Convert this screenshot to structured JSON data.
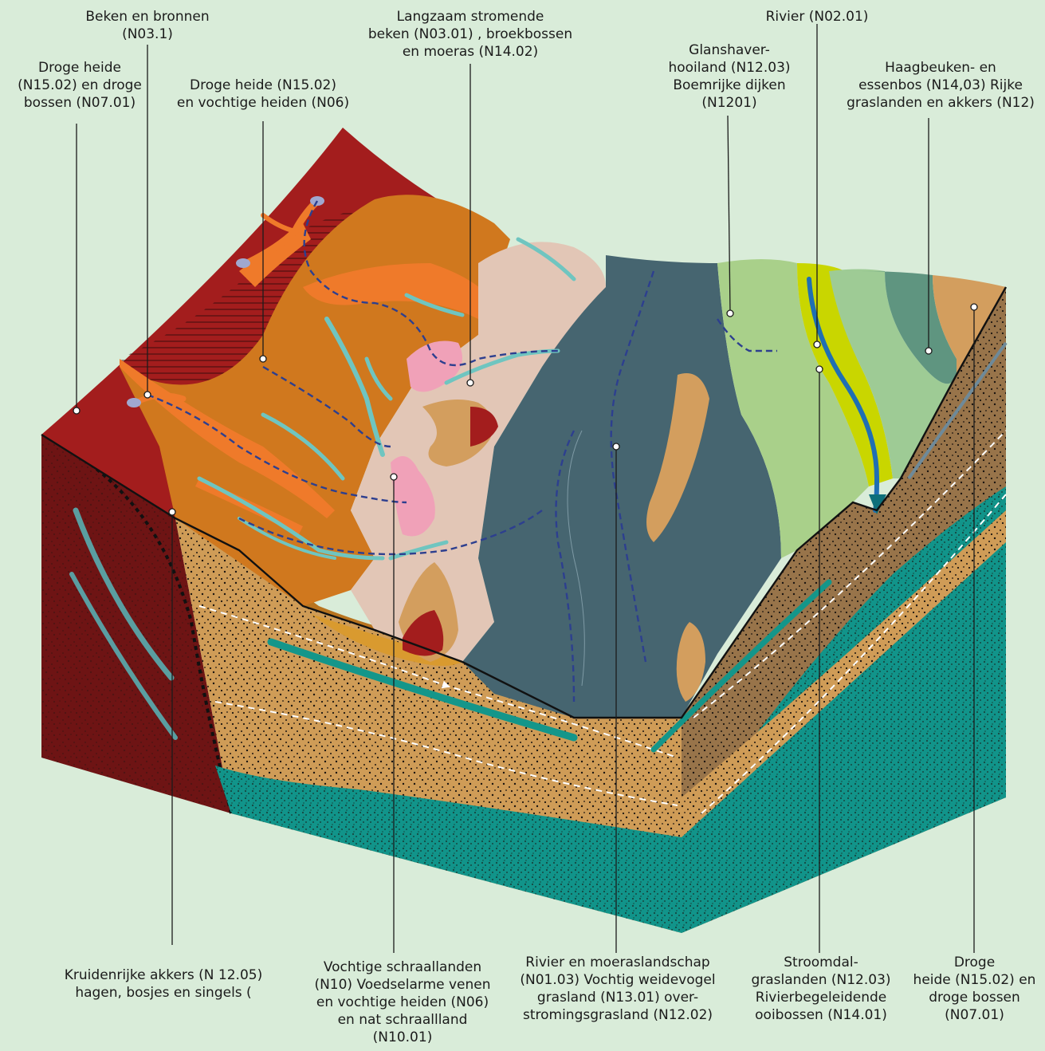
{
  "labels": {
    "beken_bronnen": [
      "Beken en bronnen",
      "(N03.1)"
    ],
    "droge_heide_left": [
      "Droge heide",
      "(N15.02) en droge",
      "bossen  (N07.01)"
    ],
    "droge_heide_vochtig": [
      "Droge heide (N15.02)",
      "en vochtige heiden (N06)"
    ],
    "langzaam_stromende": [
      "Langzaam stromende",
      "beken (N03.01) , broekbossen",
      "en moeras (N14.02)"
    ],
    "rivier": [
      "Rivier (N02.01)"
    ],
    "glanshaver": [
      "Glanshaver-",
      "hooiland (N12.03)",
      "Boemrijke dijken",
      "(N1201)"
    ],
    "haagbeuken": [
      "Haagbeuken- en",
      "essenbos (N14,03) Rijke",
      "graslanden en akkers (N12)"
    ],
    "kruidenrijke": [
      "Kruidenrijke akkers (N 12.05)",
      "hagen, bosjes en singels ("
    ],
    "vochtige_schraallanden": [
      "Vochtige schraallanden",
      "(N10) Voedselarme venen",
      "en vochtige heiden (N06)",
      "en nat schraallland",
      "(N10.01)"
    ],
    "rivier_moeras": [
      "Rivier  en moeraslandschap",
      "(N01.03) Vochtig weidevogel",
      "grasland (N13.01) over-",
      "stromingsgrasland (N12.02)"
    ],
    "stroomdal": [
      "Stroomdal-",
      "graslanden (N12.03)",
      "Rivierbegeleidende",
      "ooibossen (N14.01)"
    ],
    "droge_heide_right": [
      "Droge",
      "heide (N15.02) en",
      "droge bossen",
      "(N07.01)"
    ]
  },
  "colors": {
    "background": "#d9ecd9",
    "heath_red": "#a31d1d",
    "dark_maroon": "#6e1414",
    "orange_brown": "#d0781e",
    "bright_orange": "#ef7a2a",
    "pale_pink": "#e2c6b6",
    "pink": "#f0a1b8",
    "slate": "#466570",
    "tan": "#d39e5e",
    "light_green": "#a9d08a",
    "yellow_green": "#c9d600",
    "sage": "#9ecb95",
    "grey_green": "#5f9580",
    "river_blue": "#1f6fb3",
    "teal": "#14968a",
    "dotted_sand": "#cf9c57",
    "dotted_brown": "#98744a",
    "cyan": "#6fc5c0"
  }
}
